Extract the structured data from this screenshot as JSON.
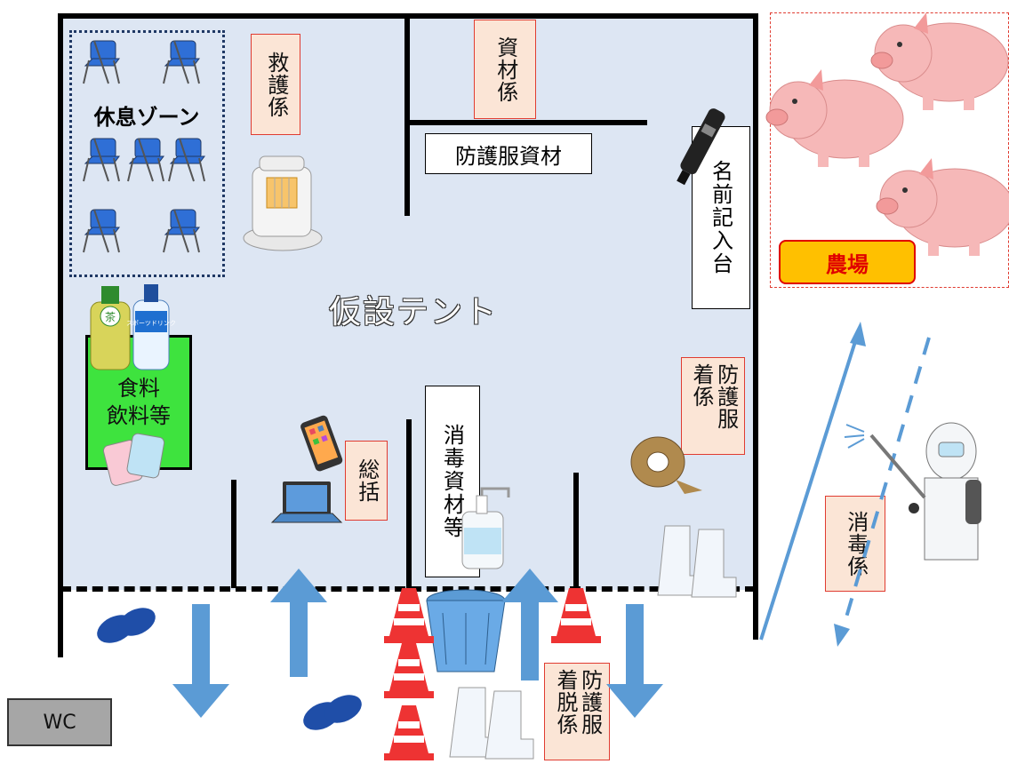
{
  "title": "",
  "tent": {
    "label": "仮設テント"
  },
  "rest_zone": {
    "label": "休息ゾーン"
  },
  "roles": {
    "rescue": "救護係",
    "materials": "資材係",
    "general": "総括",
    "donning": "防護服着係",
    "donning_doffing": "防護服着脱係",
    "disinfection": "消毒係"
  },
  "boxes": {
    "protective_materials": "防護服資材",
    "name_desk": "名前記入台",
    "disinfect_materials": "消毒資材等"
  },
  "food": {
    "line1": "食料",
    "line2": "飲料等"
  },
  "farm": {
    "label": "農場"
  },
  "wc": {
    "label": "WC"
  },
  "bottle_tea_label": "茶",
  "bottle_sports_label": "スポーツドリンク",
  "colors": {
    "tent_fill": "#dde6f3",
    "food_fill": "#3ee33e",
    "role_fill": "#fbe5d6",
    "role_border": "#e03c31",
    "arrow_blue": "#5b9bd5",
    "farm_badge_fill": "#ffc000",
    "farm_badge_text": "#e00000",
    "wc_fill": "#a6a6a6"
  },
  "icons": [
    "folding-chair-icon",
    "kerosene-heater-icon",
    "marker-pen-icon",
    "tea-bottle-icon",
    "sports-drink-bottle-icon",
    "jelly-drink-icon",
    "smartphone-icon",
    "laptop-icon",
    "sanitizer-bottle-icon",
    "tape-roll-icon",
    "boots-icon",
    "sandals-icon",
    "traffic-cone-icon",
    "bucket-icon",
    "pig-icon",
    "sprayer-worker-icon",
    "arrow-up-icon",
    "arrow-down-icon"
  ]
}
